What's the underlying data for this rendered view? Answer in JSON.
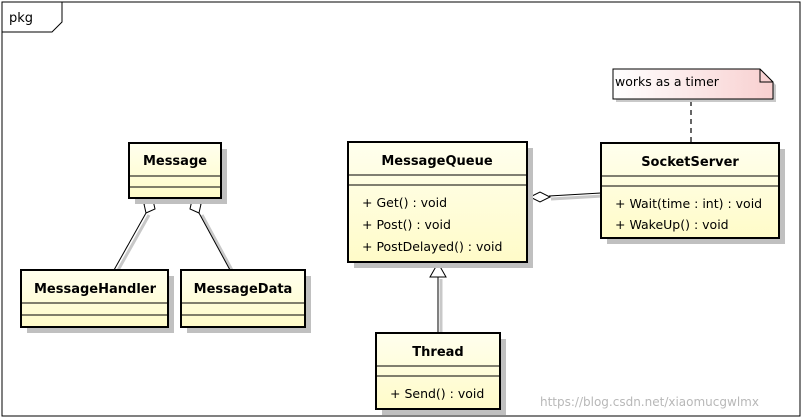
{
  "package": {
    "label": "pkg"
  },
  "classes": {
    "message": {
      "name": "Message",
      "members": []
    },
    "message_handler": {
      "name": "MessageHandler",
      "members": []
    },
    "message_data": {
      "name": "MessageData",
      "members": []
    },
    "message_queue": {
      "name": "MessageQueue",
      "members": [
        "+ Get() : void",
        "+ Post() : void",
        "+ PostDelayed() : void"
      ]
    },
    "socket_server": {
      "name": "SocketServer",
      "members": [
        "+ Wait(time : int) : void",
        "+ WakeUp() : void"
      ]
    },
    "thread": {
      "name": "Thread",
      "members": [
        "+ Send() : void"
      ]
    }
  },
  "note": {
    "text": "works as a timer"
  },
  "watermark": {
    "text": "https://blog.csdn.net/xiaomucgwlmx"
  },
  "colors": {
    "class_fill": "#ffffcc",
    "note_fill": "#fde8e8",
    "line": "#000000",
    "shadow": "#b0b0b0"
  }
}
